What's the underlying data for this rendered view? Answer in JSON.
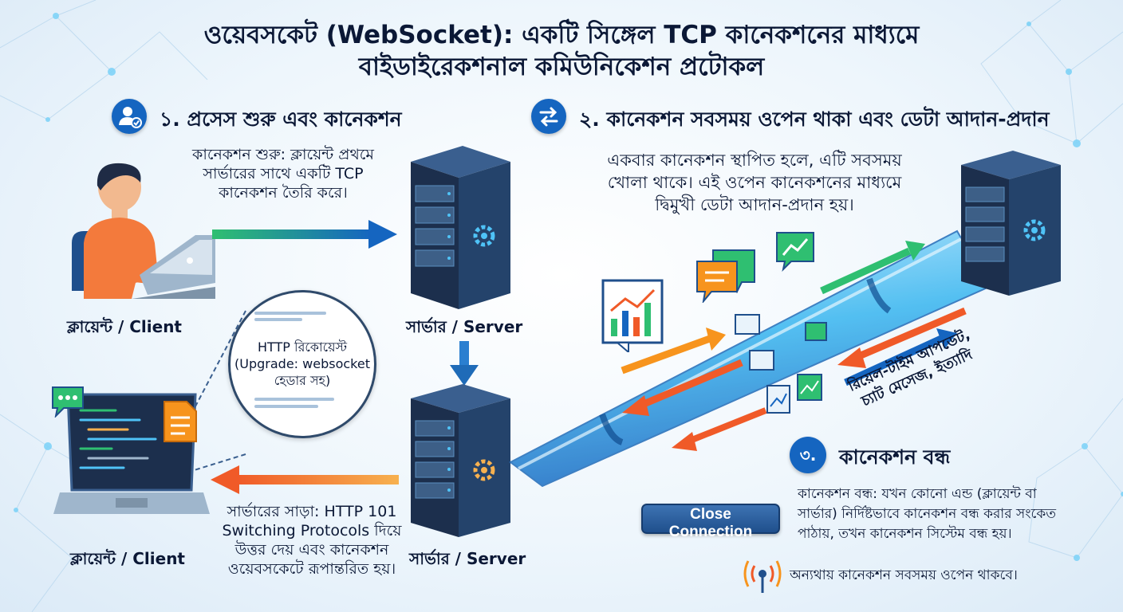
{
  "title": {
    "line1": "ওয়েবসকেট (WebSocket): একটি সিঙ্গেল TCP কানেকশনের মাধ্যমে",
    "line2": "বাইডাইরেকশনাল কমিউনিকেশন প্রটোকল"
  },
  "section1": {
    "title": "১. প্রসেস শুরু এবং কানেকশন",
    "init_text": [
      "কানেকশন শুরু: ক্লায়েন্ট প্রথমে",
      "সার্ভারের সাথে একটি TCP",
      "কানেকশন তৈরি করে।"
    ],
    "client_label": "ক্লায়েন্ট / Client",
    "server_label": "সার্ভার / Server",
    "http_request": [
      "HTTP রিকোয়েস্ট",
      "(Upgrade: websocket",
      "হেডার সহ)"
    ],
    "response_text": [
      "সার্ভারের সাড়া: HTTP 101",
      "Switching Protocols দিয়ে",
      "উত্তর দেয় এবং কানেকশন",
      "ওয়েবসকেটে রূপান্তরিত হয়।"
    ],
    "client_label_2": "ক্লায়েন্ট / Client",
    "server_label_2": "সার্ভার / Server"
  },
  "section2": {
    "title": "২. কানেকশন সবসময় ওপেন থাকা এবং ডেটা আদান-প্রদান",
    "text": [
      "একবার কানেকশন স্থাপিত হলে, এটি সবসময়",
      "খোলা থাকে। এই ওপেন কানেকশনের মাধ্যমে",
      "দ্বিমুখী ডেটা আদান-প্রদান হয়।"
    ],
    "realtime_label": [
      "রিয়েল-টাইম আপডেট,",
      "চ্যাট মেসেজ, ইত্যাদি"
    ]
  },
  "section3": {
    "title": "৩. কানেকশন বন্ধ",
    "badge": "৩.",
    "title_text": "কানেকশন বন্ধ",
    "text": [
      "কানেকশন বন্ধ: যখন কোনো এন্ড (ক্লায়েন্ট বা",
      "সার্ভার) নির্দিষ্টভাবে কানেকশন বন্ধ করার সংকেত",
      "পাঠায়, তখন কানেকশন সিস্টেম বন্ধ হয়।"
    ],
    "close_button": "Close Connection",
    "note": "অন্যথায় কানেকশন সবসময় ওপেন থাকবে।"
  },
  "colors": {
    "accent_blue": "#1565c0",
    "arrow_green": "#2fbf71",
    "arrow_orange": "#f05a28",
    "tube_blue": "#38b6f0",
    "server_dark": "#1c2f4d"
  },
  "icons": {
    "section1": "user-check-icon",
    "section2": "swap-arrows-icon",
    "section3_note": "signal-antenna-icon",
    "chat": "chat-bubble-icon",
    "document": "document-icon",
    "chart": "line-chart-icon",
    "gear": "gear-icon"
  }
}
